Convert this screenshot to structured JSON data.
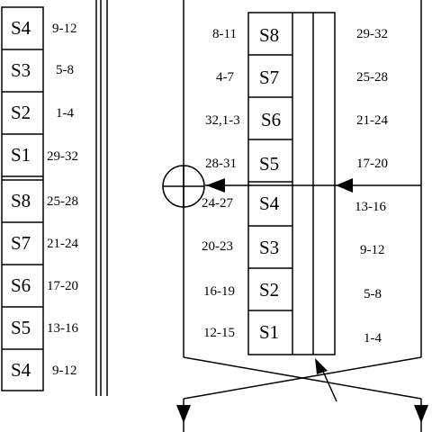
{
  "left_stack": {
    "cells": [
      {
        "segment": "S4",
        "range": "9-12"
      },
      {
        "segment": "S3",
        "range": "5-8"
      },
      {
        "segment": "S2",
        "range": "1-4"
      },
      {
        "segment": "S1",
        "range": "29-32"
      },
      {
        "segment": "S8",
        "range": "25-28"
      },
      {
        "segment": "S7",
        "range": "21-24"
      },
      {
        "segment": "S6",
        "range": "17-20"
      },
      {
        "segment": "S5",
        "range": "13-16"
      },
      {
        "segment": "S4",
        "range": "9-12"
      }
    ]
  },
  "center_stack": {
    "rows": [
      {
        "segment": "S8",
        "left_range": "8-11",
        "right_range": "29-32"
      },
      {
        "segment": "S7",
        "left_range": "4-7",
        "right_range": "25-28"
      },
      {
        "segment": "S6",
        "left_range": "32,1-3",
        "right_range": "21-24"
      },
      {
        "segment": "S5",
        "left_range": "28-31",
        "right_range": "17-20"
      },
      {
        "segment": "S4",
        "left_range": "24-27",
        "right_range": "13-16"
      },
      {
        "segment": "S3",
        "left_range": "20-23",
        "right_range": "9-12"
      },
      {
        "segment": "S2",
        "left_range": "16-19",
        "right_range": "5-8"
      },
      {
        "segment": "S1",
        "left_range": "12-15",
        "right_range": "1-4"
      }
    ]
  }
}
